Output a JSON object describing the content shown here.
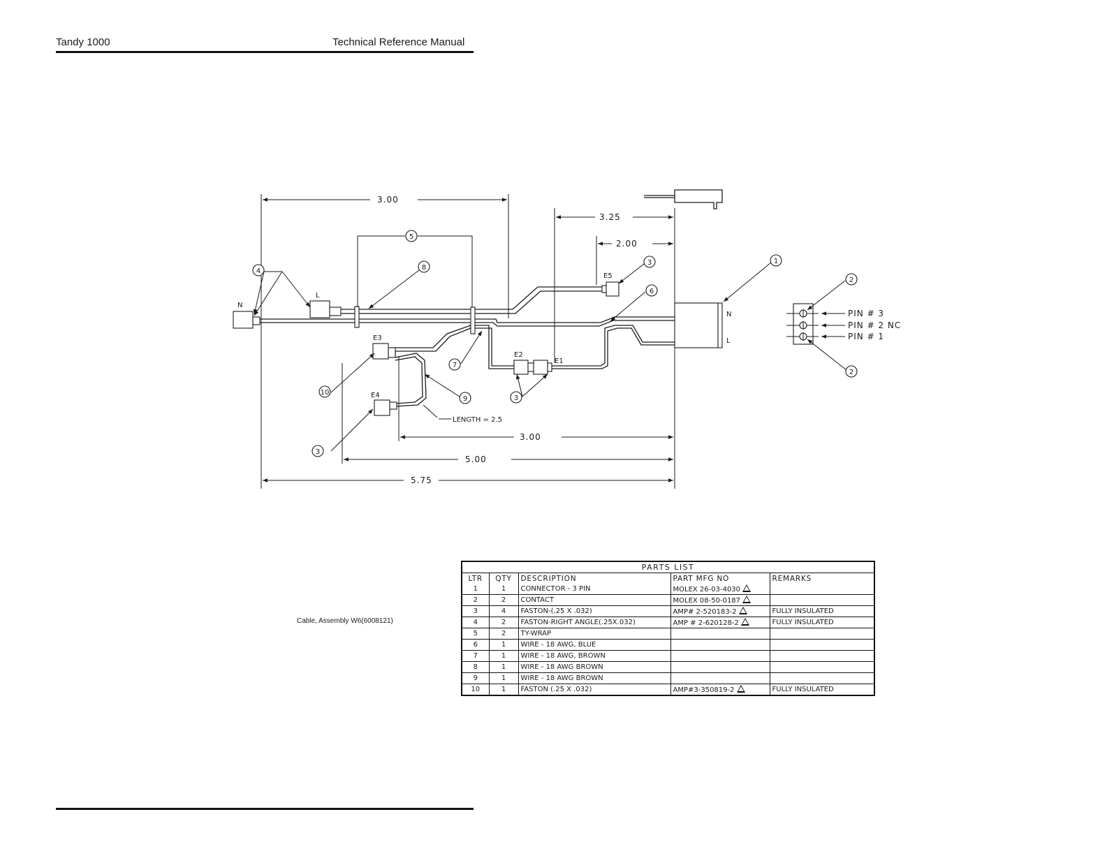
{
  "header": {
    "left": "Tandy 1000",
    "right": "Technical Reference Manual"
  },
  "caption": "Cable, Assembly W6(6008121)",
  "diagram": {
    "dims": [
      "3.00",
      "3.25",
      "2.00",
      "3.00",
      "5.00",
      "5.75"
    ],
    "length_label": "LENGTH = 2.5",
    "balloons": [
      "1",
      "2",
      "2",
      "3",
      "3",
      "3",
      "4",
      "5",
      "6",
      "7",
      "8",
      "9",
      "10"
    ],
    "terminal_labels": [
      "N",
      "L",
      "E5",
      "E3",
      "E2",
      "E1",
      "E4"
    ],
    "connector_labels": [
      "N",
      "L"
    ],
    "pins": [
      "PIN # 3",
      "PIN # 2  NC",
      "PIN # 1"
    ]
  },
  "parts_list": {
    "title": "PARTS LIST",
    "headers": [
      "LTR",
      "QTY",
      "DESCRIPTION",
      "PART MFG NO",
      "REMARKS"
    ],
    "rows": [
      {
        "ltr": "1",
        "qty": "1",
        "desc": "CONNECTOR - 3 PIN",
        "part": "MOLEX 26-03-4030",
        "rev": "2",
        "remarks": ""
      },
      {
        "ltr": "2",
        "qty": "2",
        "desc": "CONTACT",
        "part": "MOLEX 08-50-0187",
        "rev": "2",
        "remarks": ""
      },
      {
        "ltr": "3",
        "qty": "4",
        "desc": "FASTON-(.25 X .032)",
        "part": "AMP# 2-520183-2",
        "rev": "2",
        "remarks": "FULLY INSULATED"
      },
      {
        "ltr": "4",
        "qty": "2",
        "desc": "FASTON-RIGHT ANGLE(.25X.032)",
        "part": "AMP # 2-620128-2",
        "rev": "2",
        "remarks": "FULLY INSULATED"
      },
      {
        "ltr": "5",
        "qty": "2",
        "desc": "TY-WRAP",
        "part": "",
        "rev": "",
        "remarks": ""
      },
      {
        "ltr": "6",
        "qty": "1",
        "desc": "WIRE - 18 AWG, BLUE",
        "part": "",
        "rev": "",
        "remarks": ""
      },
      {
        "ltr": "7",
        "qty": "1",
        "desc": "WIRE - 18 AWG, BROWN",
        "part": "",
        "rev": "",
        "remarks": ""
      },
      {
        "ltr": "8",
        "qty": "1",
        "desc": "WIRE - 18 AWG BROWN",
        "part": "",
        "rev": "",
        "remarks": ""
      },
      {
        "ltr": "9",
        "qty": "1",
        "desc": "WIRE - 18 AWG BROWN",
        "part": "",
        "rev": "",
        "remarks": ""
      },
      {
        "ltr": "10",
        "qty": "1",
        "desc": "FASTON (.25 X .032)",
        "part": "AMP#3-350819-2",
        "rev": "2",
        "remarks": "FULLY INSULATED"
      }
    ]
  }
}
